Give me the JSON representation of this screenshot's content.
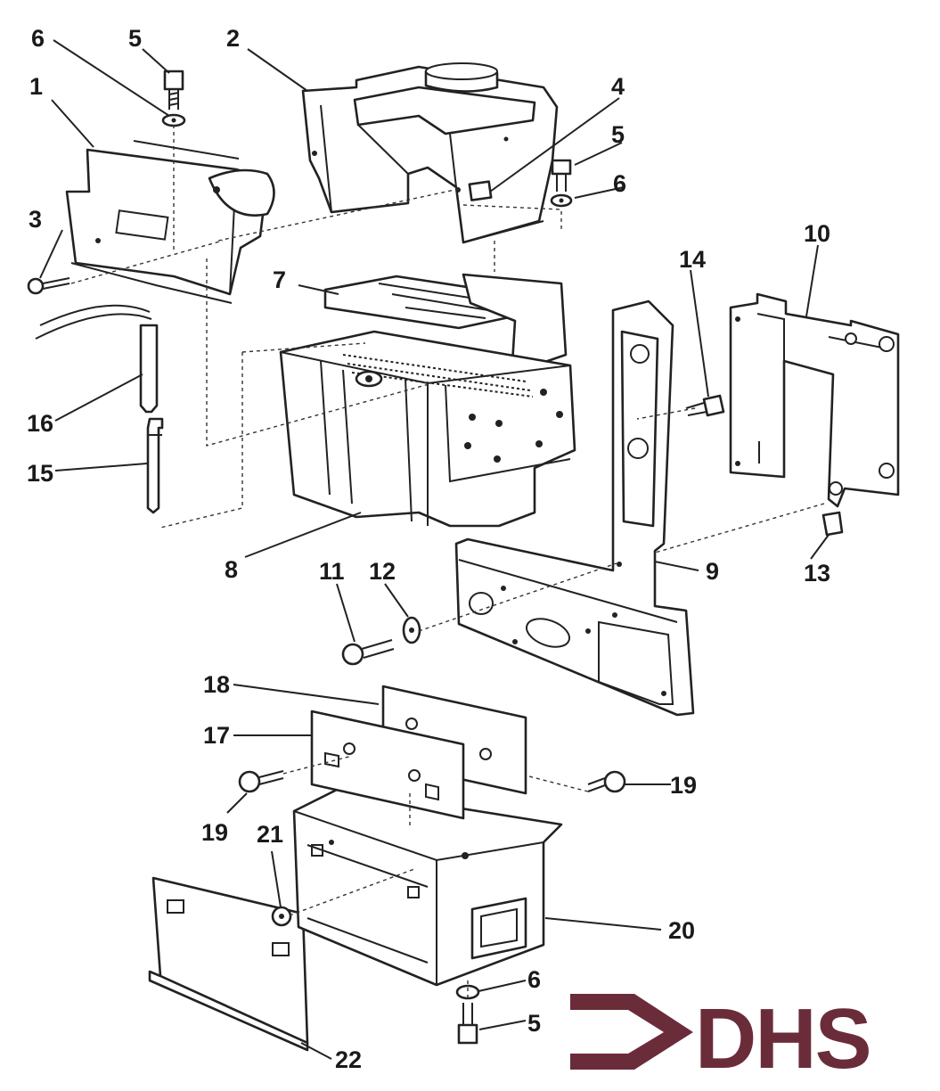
{
  "diagram": {
    "callouts": [
      "1",
      "2",
      "3",
      "4",
      "5",
      "6",
      "7",
      "8",
      "9",
      "10",
      "11",
      "12",
      "13",
      "14",
      "15",
      "16",
      "17",
      "18",
      "19",
      "20",
      "21",
      "22"
    ],
    "logo": {
      "text": "DHS",
      "color": "#6b2c3a"
    },
    "colors": {
      "line": "#222222",
      "background": "#ffffff"
    }
  }
}
